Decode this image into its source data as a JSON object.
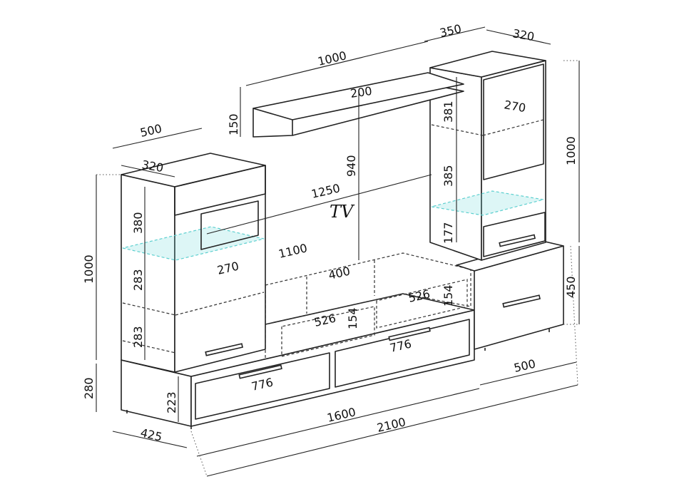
{
  "tv_label": "TV",
  "dimensions": {
    "shelf_width": "1000",
    "top_depth": "350",
    "right_cab_depth": "320",
    "shelf_height": "150",
    "shelf_depth": "200",
    "tv_height": "940",
    "left_cab_width": "500",
    "left_cab_depth": "320",
    "right_inner_depth": "270",
    "right_shelf_1": "381",
    "right_shelf_2": "385",
    "right_drawer": "177",
    "right_total_height": "1000",
    "tv_width": "1250",
    "left_shelf_1": "380",
    "left_shelf_2": "283",
    "left_shelf_3": "283",
    "left_total_height": "1000",
    "left_inner_depth": "270",
    "tv_bench_width": "1100",
    "open_compartment": "400",
    "inner_drawer_a": "526",
    "inner_drawer_b": "526",
    "small_height_a": "154",
    "small_height_b": "154",
    "lower_cab_height": "450",
    "drawer_right": "776",
    "drawer_left": "776",
    "base_height": "280",
    "drawer_height": "223",
    "lower_cab_width": "500",
    "base_depth": "425",
    "base_length": "1600",
    "total_length": "2100"
  }
}
